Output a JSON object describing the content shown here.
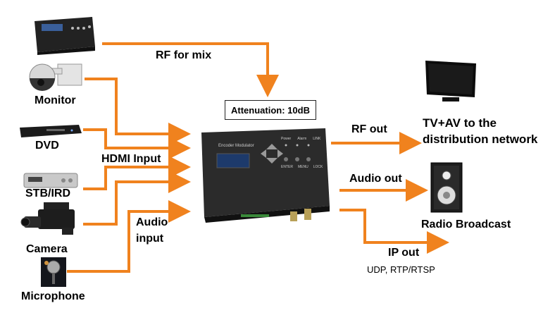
{
  "inputs": {
    "rf_for_mix": "RF for mix",
    "monitor": "Monitor",
    "dvd": "DVD",
    "stb_ird": "STB/IRD",
    "camera": "Camera",
    "microphone": "Microphone",
    "hdmi_input": "HDMI Input",
    "audio_input_line1": "Audio",
    "audio_input_line2": "input"
  },
  "center": {
    "attenuation": "Attenuation: 10dB",
    "device_panel_title": "Encoder Modulator",
    "led_labels": [
      "Power",
      "Alarm",
      "LINK"
    ],
    "button_labels": [
      "ENTER",
      "MENU",
      "LOCK"
    ]
  },
  "outputs": {
    "rf_out": "RF out",
    "tv_line1": "TV+AV to the",
    "tv_line2": "distribution network",
    "audio_out": "Audio out",
    "radio_broadcast": "Radio Broadcast",
    "ip_out": "IP out",
    "ip_protocols": "UDP, RTP/RTSP"
  },
  "colors": {
    "arrow": "#f0821e",
    "device_body": "#2b2b2b",
    "lcd": "#1d3a6b"
  }
}
